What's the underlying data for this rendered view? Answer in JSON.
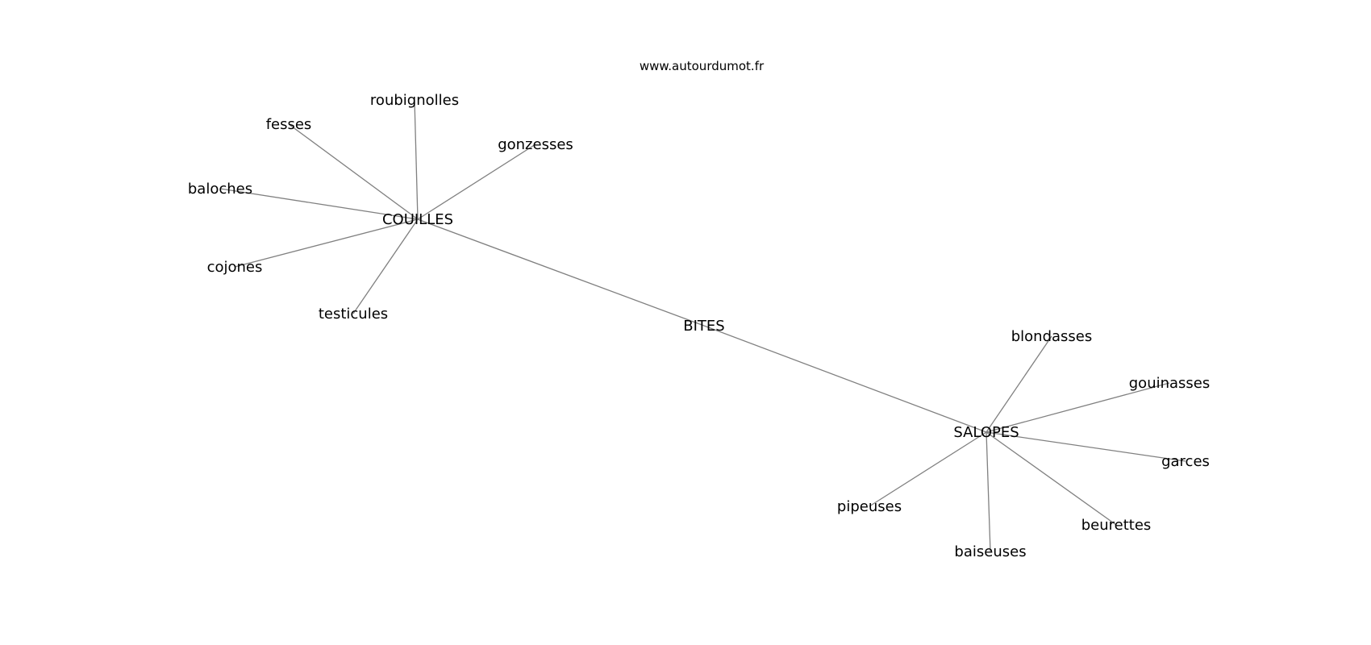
{
  "title": "www.autourdumot.fr",
  "nodes": [
    {
      "id": "COUILLES",
      "label": "COUILLES"
    },
    {
      "id": "BITES",
      "label": "BITES"
    },
    {
      "id": "SALOPES",
      "label": "SALOPES"
    },
    {
      "id": "roubignolles",
      "label": "roubignolles"
    },
    {
      "id": "fesses",
      "label": "fesses"
    },
    {
      "id": "gonzesses",
      "label": "gonzesses"
    },
    {
      "id": "baloches",
      "label": "baloches"
    },
    {
      "id": "cojones",
      "label": "cojones"
    },
    {
      "id": "testicules",
      "label": "testicules"
    },
    {
      "id": "blondasses",
      "label": "blondasses"
    },
    {
      "id": "gouinasses",
      "label": "gouinasses"
    },
    {
      "id": "garces",
      "label": "garces"
    },
    {
      "id": "beurettes",
      "label": "beurettes"
    },
    {
      "id": "baiseuses",
      "label": "baiseuses"
    },
    {
      "id": "pipeuses",
      "label": "pipeuses"
    }
  ],
  "edges": [
    [
      "COUILLES",
      "roubignolles"
    ],
    [
      "COUILLES",
      "fesses"
    ],
    [
      "COUILLES",
      "gonzesses"
    ],
    [
      "COUILLES",
      "baloches"
    ],
    [
      "COUILLES",
      "cojones"
    ],
    [
      "COUILLES",
      "testicules"
    ],
    [
      "COUILLES",
      "BITES"
    ],
    [
      "BITES",
      "SALOPES"
    ],
    [
      "SALOPES",
      "blondasses"
    ],
    [
      "SALOPES",
      "gouinasses"
    ],
    [
      "SALOPES",
      "garces"
    ],
    [
      "SALOPES",
      "beurettes"
    ],
    [
      "SALOPES",
      "baiseuses"
    ],
    [
      "SALOPES",
      "pipeuses"
    ]
  ]
}
